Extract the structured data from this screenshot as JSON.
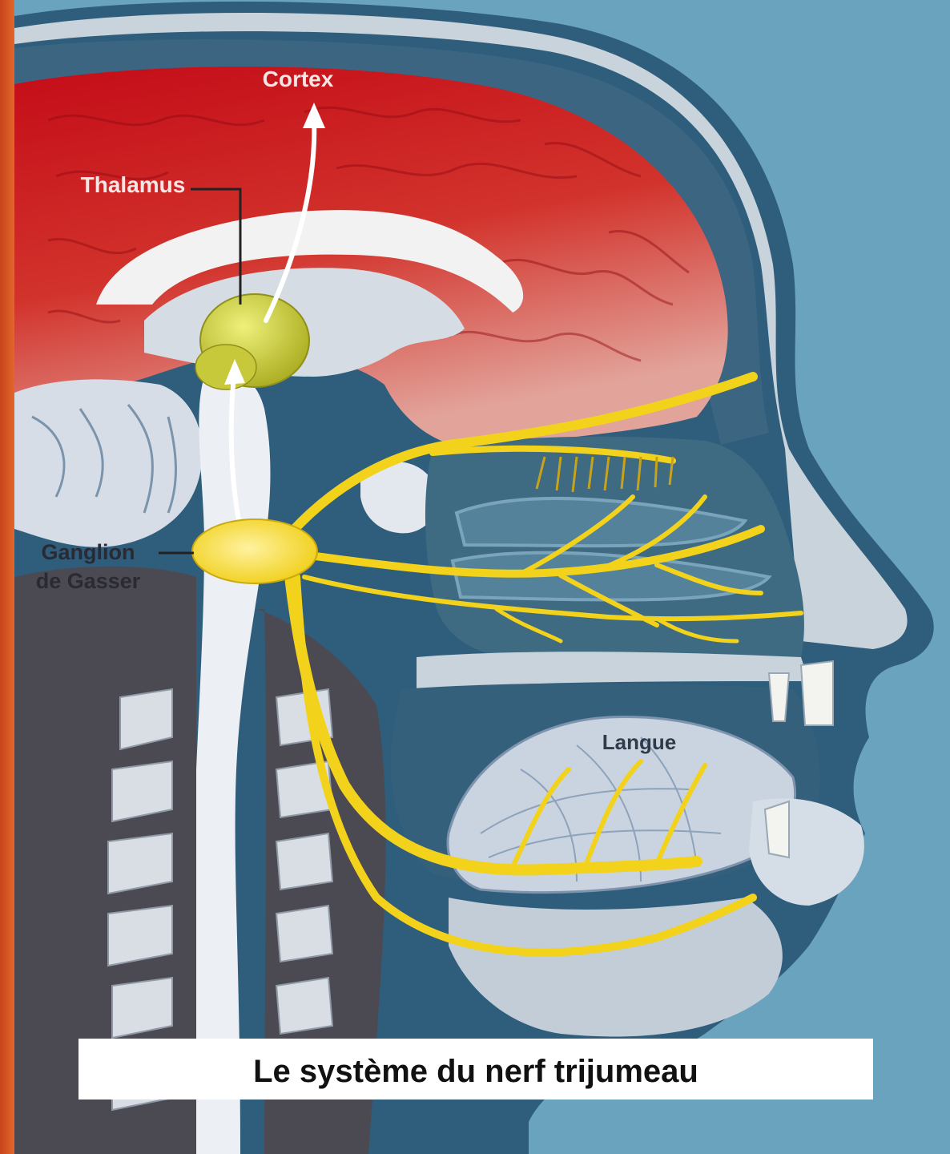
{
  "labels": {
    "cortex": "Cortex",
    "thalamus": "Thalamus",
    "ganglion_line1": "Ganglion",
    "ganglion_line2": "de Gasser",
    "langue": "Langue"
  },
  "caption": "Le système du nerf trijumeau",
  "colors": {
    "background": "#6aa3bd",
    "cortex": "#c8111b",
    "nerve": "#f2d21b",
    "thalamus": "#c9cb35",
    "arrow": "#ffffff",
    "frame": "#d4541f"
  }
}
